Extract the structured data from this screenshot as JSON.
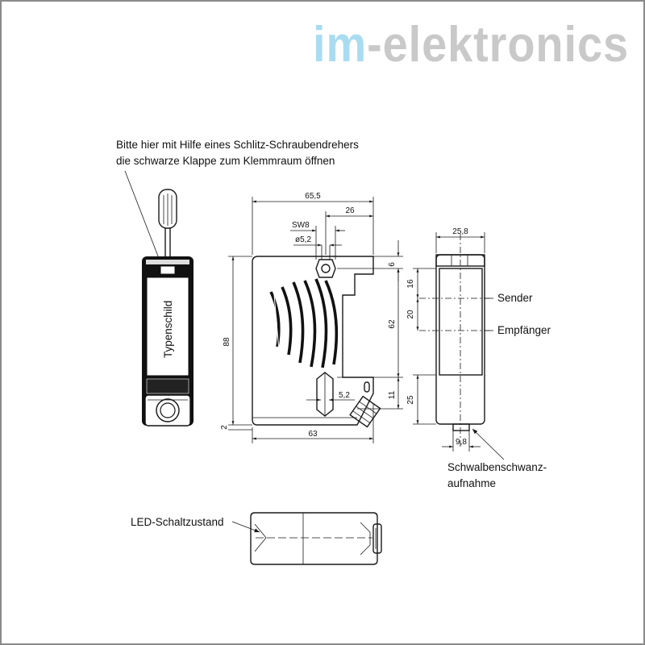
{
  "logo": {
    "part1": "im",
    "part2": "-elektronics",
    "colors": {
      "im": "#a9dcf0",
      "rest": "#c9c9c9"
    }
  },
  "instruction": {
    "line1": "Bitte hier mit Hilfe eines Schlitz-Schraubendrehers",
    "line2": "die schwarze Klappe zum Klemmraum öffnen"
  },
  "labels": {
    "typenschild": "Typenschild",
    "sender": "Sender",
    "empfaenger": "Empfänger",
    "schwalben1": "Schwalbenschwanz-",
    "schwalben2": "aufnahme",
    "led": "LED-Schaltzustand"
  },
  "dimensions": {
    "width_top": "65,5",
    "d26": "26",
    "sw8": "SW8",
    "d52_top": "ø5,2",
    "d6": "6",
    "d62": "62",
    "d88": "88",
    "d52_bottom": "5,2",
    "d11": "11",
    "d2": "2",
    "width_bottom": "63",
    "d258": "25,8",
    "d16": "16",
    "d20": "20",
    "d25": "25",
    "d98": "9,8"
  }
}
